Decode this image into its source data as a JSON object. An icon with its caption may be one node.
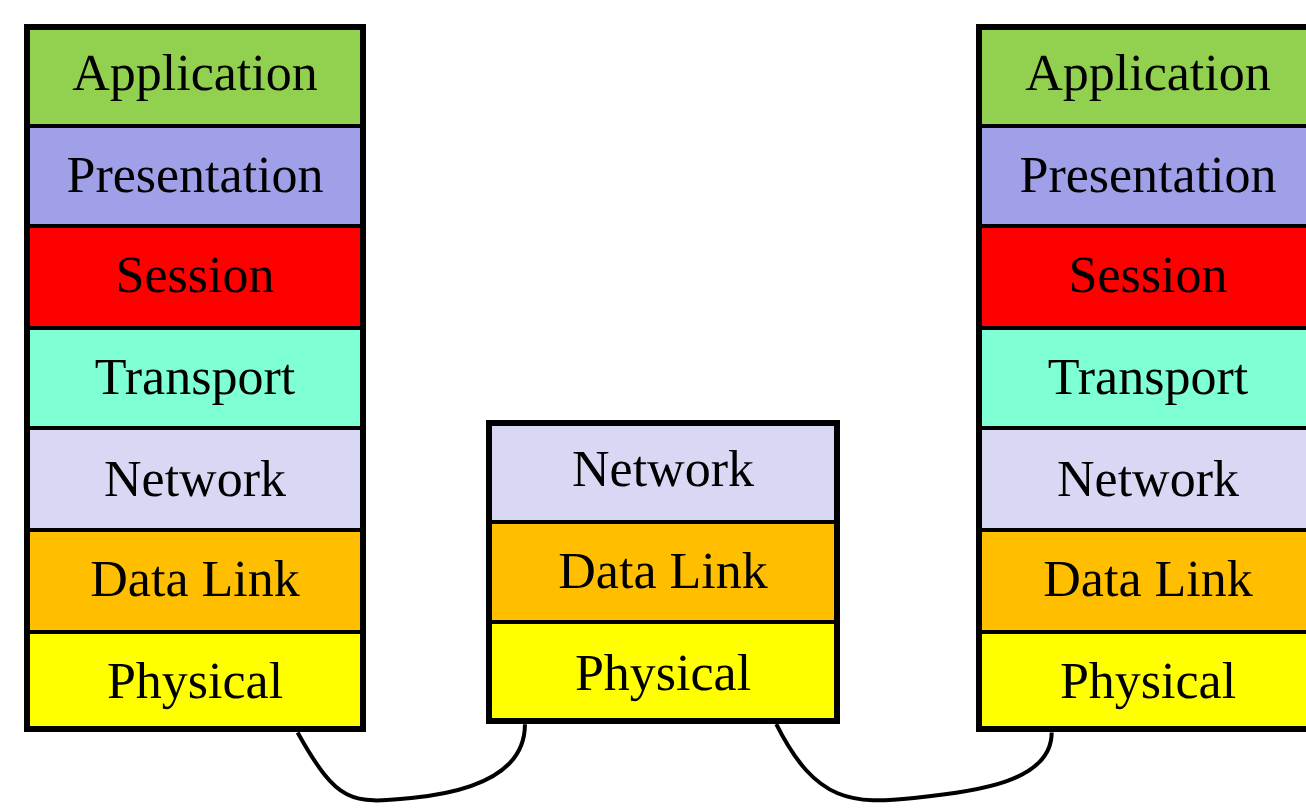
{
  "diagram": {
    "nodes": [
      {
        "text": [
          "Application"
        ]
      },
      {
        "text": [
          "Presentation"
        ]
      },
      {
        "text": [
          "Session"
        ]
      },
      {
        "text": [
          "Transport"
        ]
      },
      {
        "text": [
          "Network"
        ]
      },
      {
        "text": [
          "Data Link"
        ]
      },
      {
        "text": [
          "Physical"
        ]
      },
      {
        "text": [
          "Network"
        ]
      },
      {
        "text": [
          "Data Link"
        ]
      },
      {
        "text": [
          "Physical"
        ]
      },
      {
        "text": [
          "Application"
        ]
      },
      {
        "text": [
          "Presentation"
        ]
      },
      {
        "text": [
          "Session"
        ]
      },
      {
        "text": [
          "Transport"
        ]
      },
      {
        "text": [
          "Network"
        ]
      },
      {
        "text": [
          "Data Link"
        ]
      },
      {
        "text": [
          "Physical"
        ]
      }
    ],
    "edges": [
      {
        "from": 6,
        "to": 9,
        "arrow": "none"
      },
      {
        "from": 9,
        "to": 16,
        "arrow": "none"
      }
    ]
  }
}
